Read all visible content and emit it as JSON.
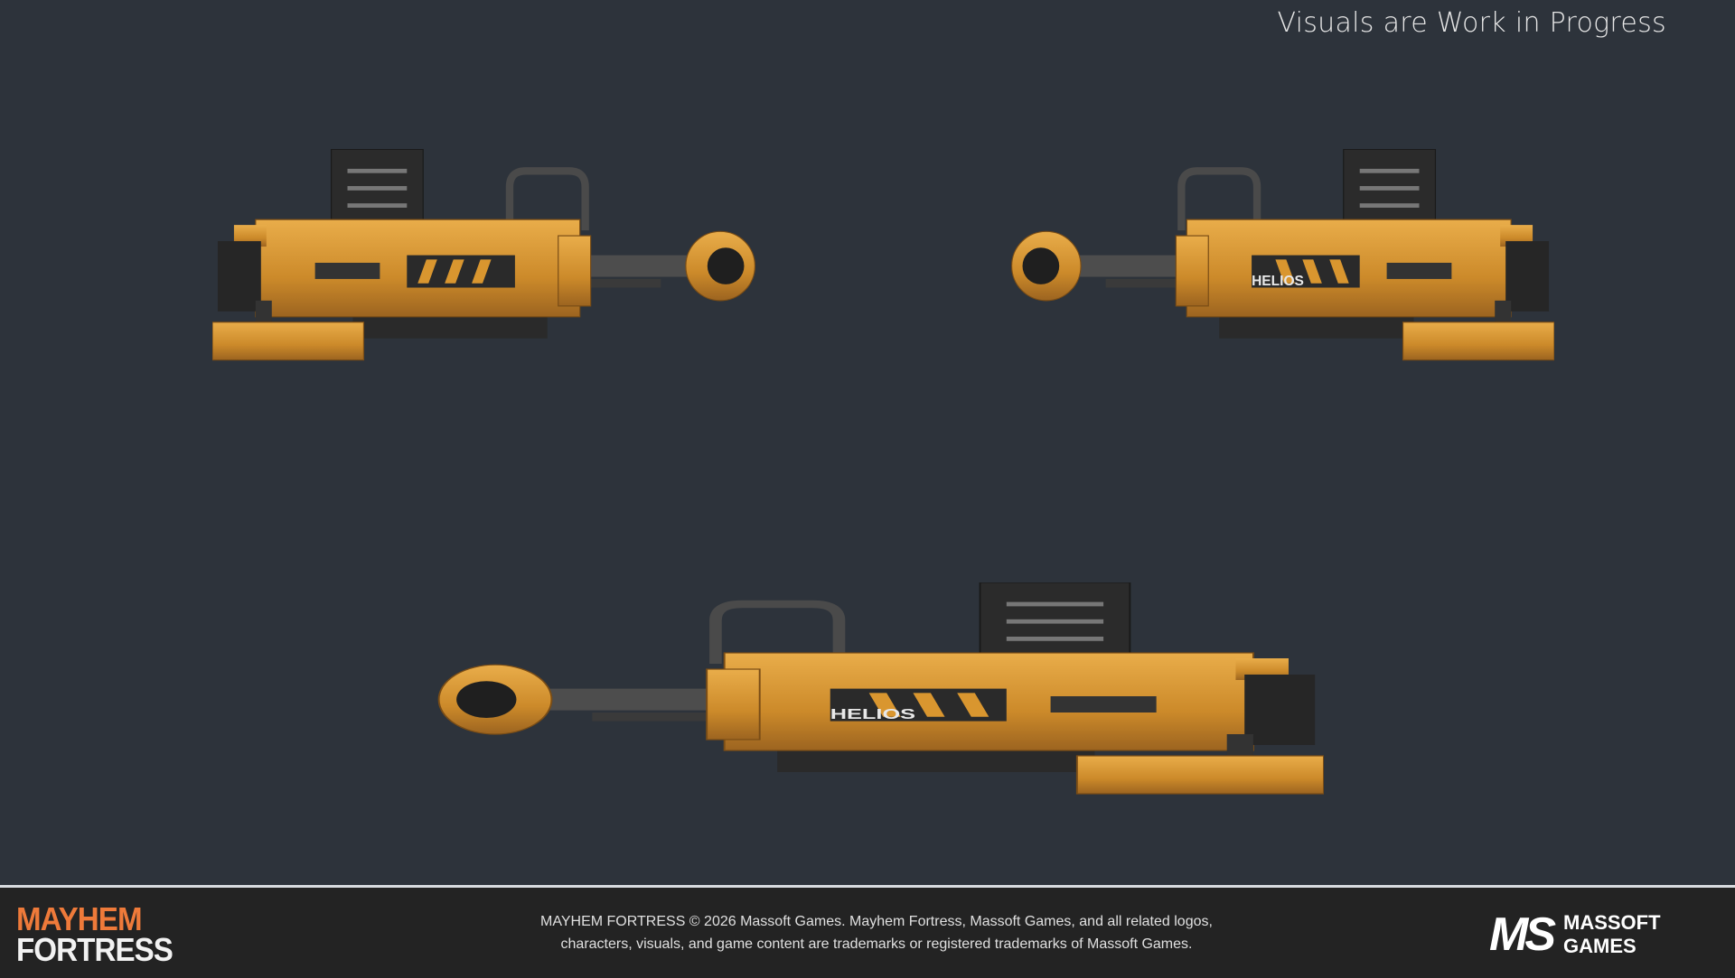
{
  "header": {
    "wip_notice": "Visuals are Work in Progress"
  },
  "footer": {
    "game_logo": {
      "line1": "MAYHEM",
      "line2": "FORTRESS"
    },
    "legal_line1": "MAYHEM FORTRESS © 2026 Massoft Games. Mayhem Fortress, Massoft Games, and all related logos,",
    "legal_line2": "characters, visuals, and game content are trademarks or registered trademarks of Massoft Games.",
    "studio_logo": {
      "mark": "MS",
      "line1": "MASSOFT",
      "line2": "GAMES"
    }
  },
  "weapon": {
    "brand_decal": "HELIOS"
  },
  "colors": {
    "background": "#2d333b",
    "footer": "#232323",
    "orange": "#d9962f",
    "accent": "#ee7a3a"
  }
}
